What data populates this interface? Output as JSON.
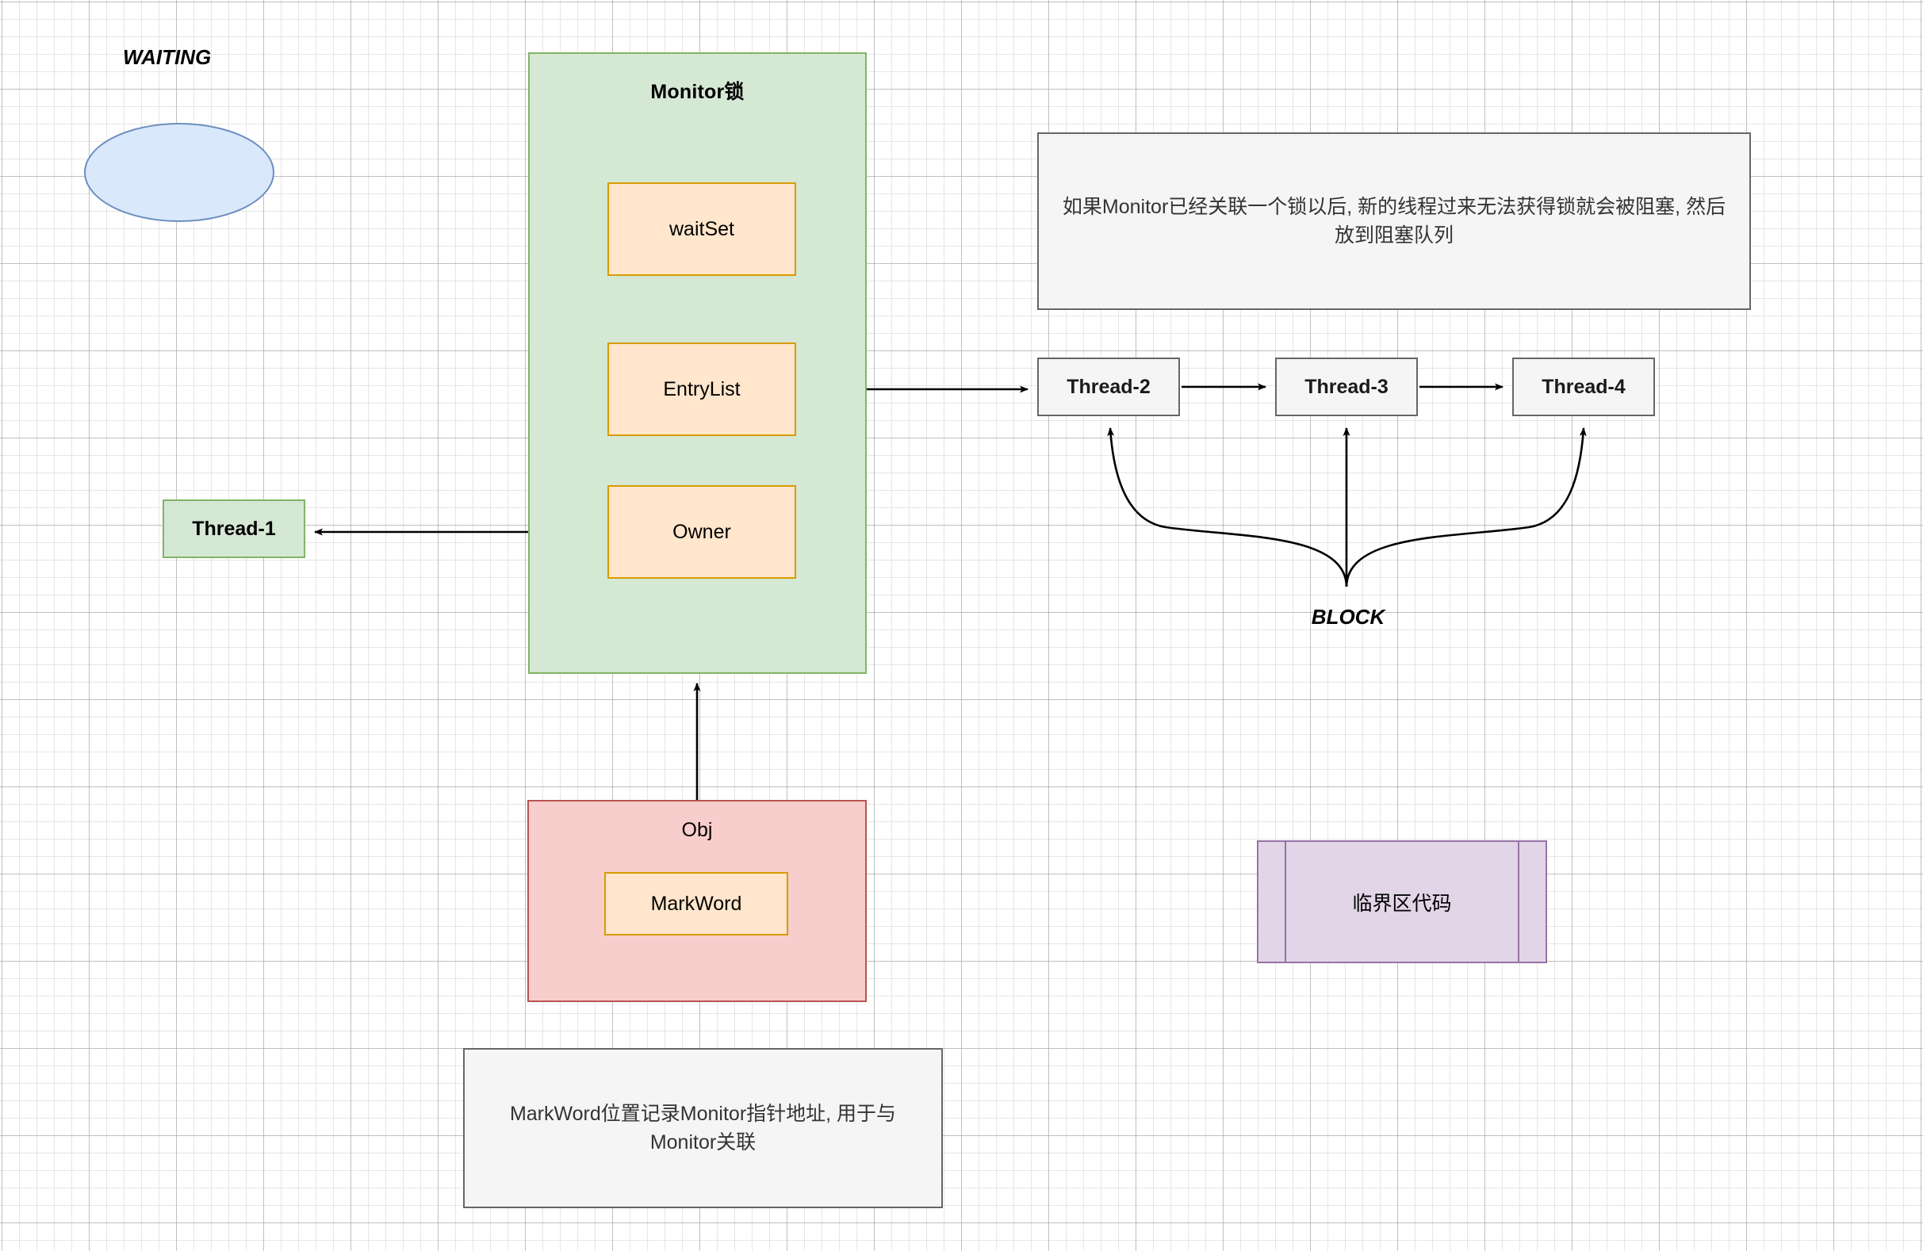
{
  "diagram": {
    "title_labels": {
      "waiting": "WAITING",
      "block": "BLOCK"
    },
    "monitor": {
      "title": "Monitor锁",
      "fill": "#d5e8d4",
      "stroke": "#82b366",
      "slots": [
        {
          "label": "waitSet",
          "fill": "#ffe6cc",
          "stroke": "#d79b00"
        },
        {
          "label": "EntryList",
          "fill": "#ffe6cc",
          "stroke": "#d79b00"
        },
        {
          "label": "Owner",
          "fill": "#ffe6cc",
          "stroke": "#d79b00"
        }
      ]
    },
    "threads": {
      "owner_thread": {
        "label": "Thread-1",
        "fill": "#d5e8d4",
        "stroke": "#82b366"
      },
      "blocked_queue": [
        {
          "label": "Thread-2",
          "fill": "#f5f5f5",
          "stroke": "#666666"
        },
        {
          "label": "Thread-3",
          "fill": "#f5f5f5",
          "stroke": "#666666"
        },
        {
          "label": "Thread-4",
          "fill": "#f5f5f5",
          "stroke": "#666666"
        }
      ]
    },
    "object": {
      "title": "Obj",
      "fill": "#f8cecc",
      "stroke": "#b85450",
      "markword": {
        "label": "MarkWord",
        "fill": "#ffe6cc",
        "stroke": "#d79b00"
      }
    },
    "critical_section": {
      "label": "临界区代码",
      "fill": "#e1d5e7",
      "stroke": "#9673a6"
    },
    "notes": [
      {
        "id": "monitor-note",
        "text": "如果Monitor已经关联一个锁以后, 新的线程过来无法获得锁就会被阻塞, 然后放到阻塞队列",
        "fill": "#f5f5f5",
        "stroke": "#666666"
      },
      {
        "id": "markword-note",
        "text": "MarkWord位置记录Monitor指针地址, 用于与Monitor关联",
        "fill": "#f5f5f5",
        "stroke": "#666666"
      }
    ],
    "ellipse": {
      "fill": "#dae8fc",
      "stroke": "#6c8ebf"
    },
    "edges": [
      {
        "from": "EntryList",
        "to": "Thread-2",
        "style": "straight-arrow"
      },
      {
        "from": "Owner",
        "to": "Thread-1",
        "style": "straight-arrow"
      },
      {
        "from": "Obj",
        "to": "Monitor锁",
        "style": "straight-arrow"
      },
      {
        "from": "Thread-2",
        "to": "Thread-3",
        "style": "straight-arrow"
      },
      {
        "from": "Thread-3",
        "to": "Thread-4",
        "style": "straight-arrow"
      },
      {
        "from": "BLOCK",
        "to": "Thread-2",
        "style": "curved-arrow"
      },
      {
        "from": "BLOCK",
        "to": "Thread-3",
        "style": "curved-arrow"
      },
      {
        "from": "BLOCK",
        "to": "Thread-4",
        "style": "curved-arrow"
      }
    ]
  }
}
